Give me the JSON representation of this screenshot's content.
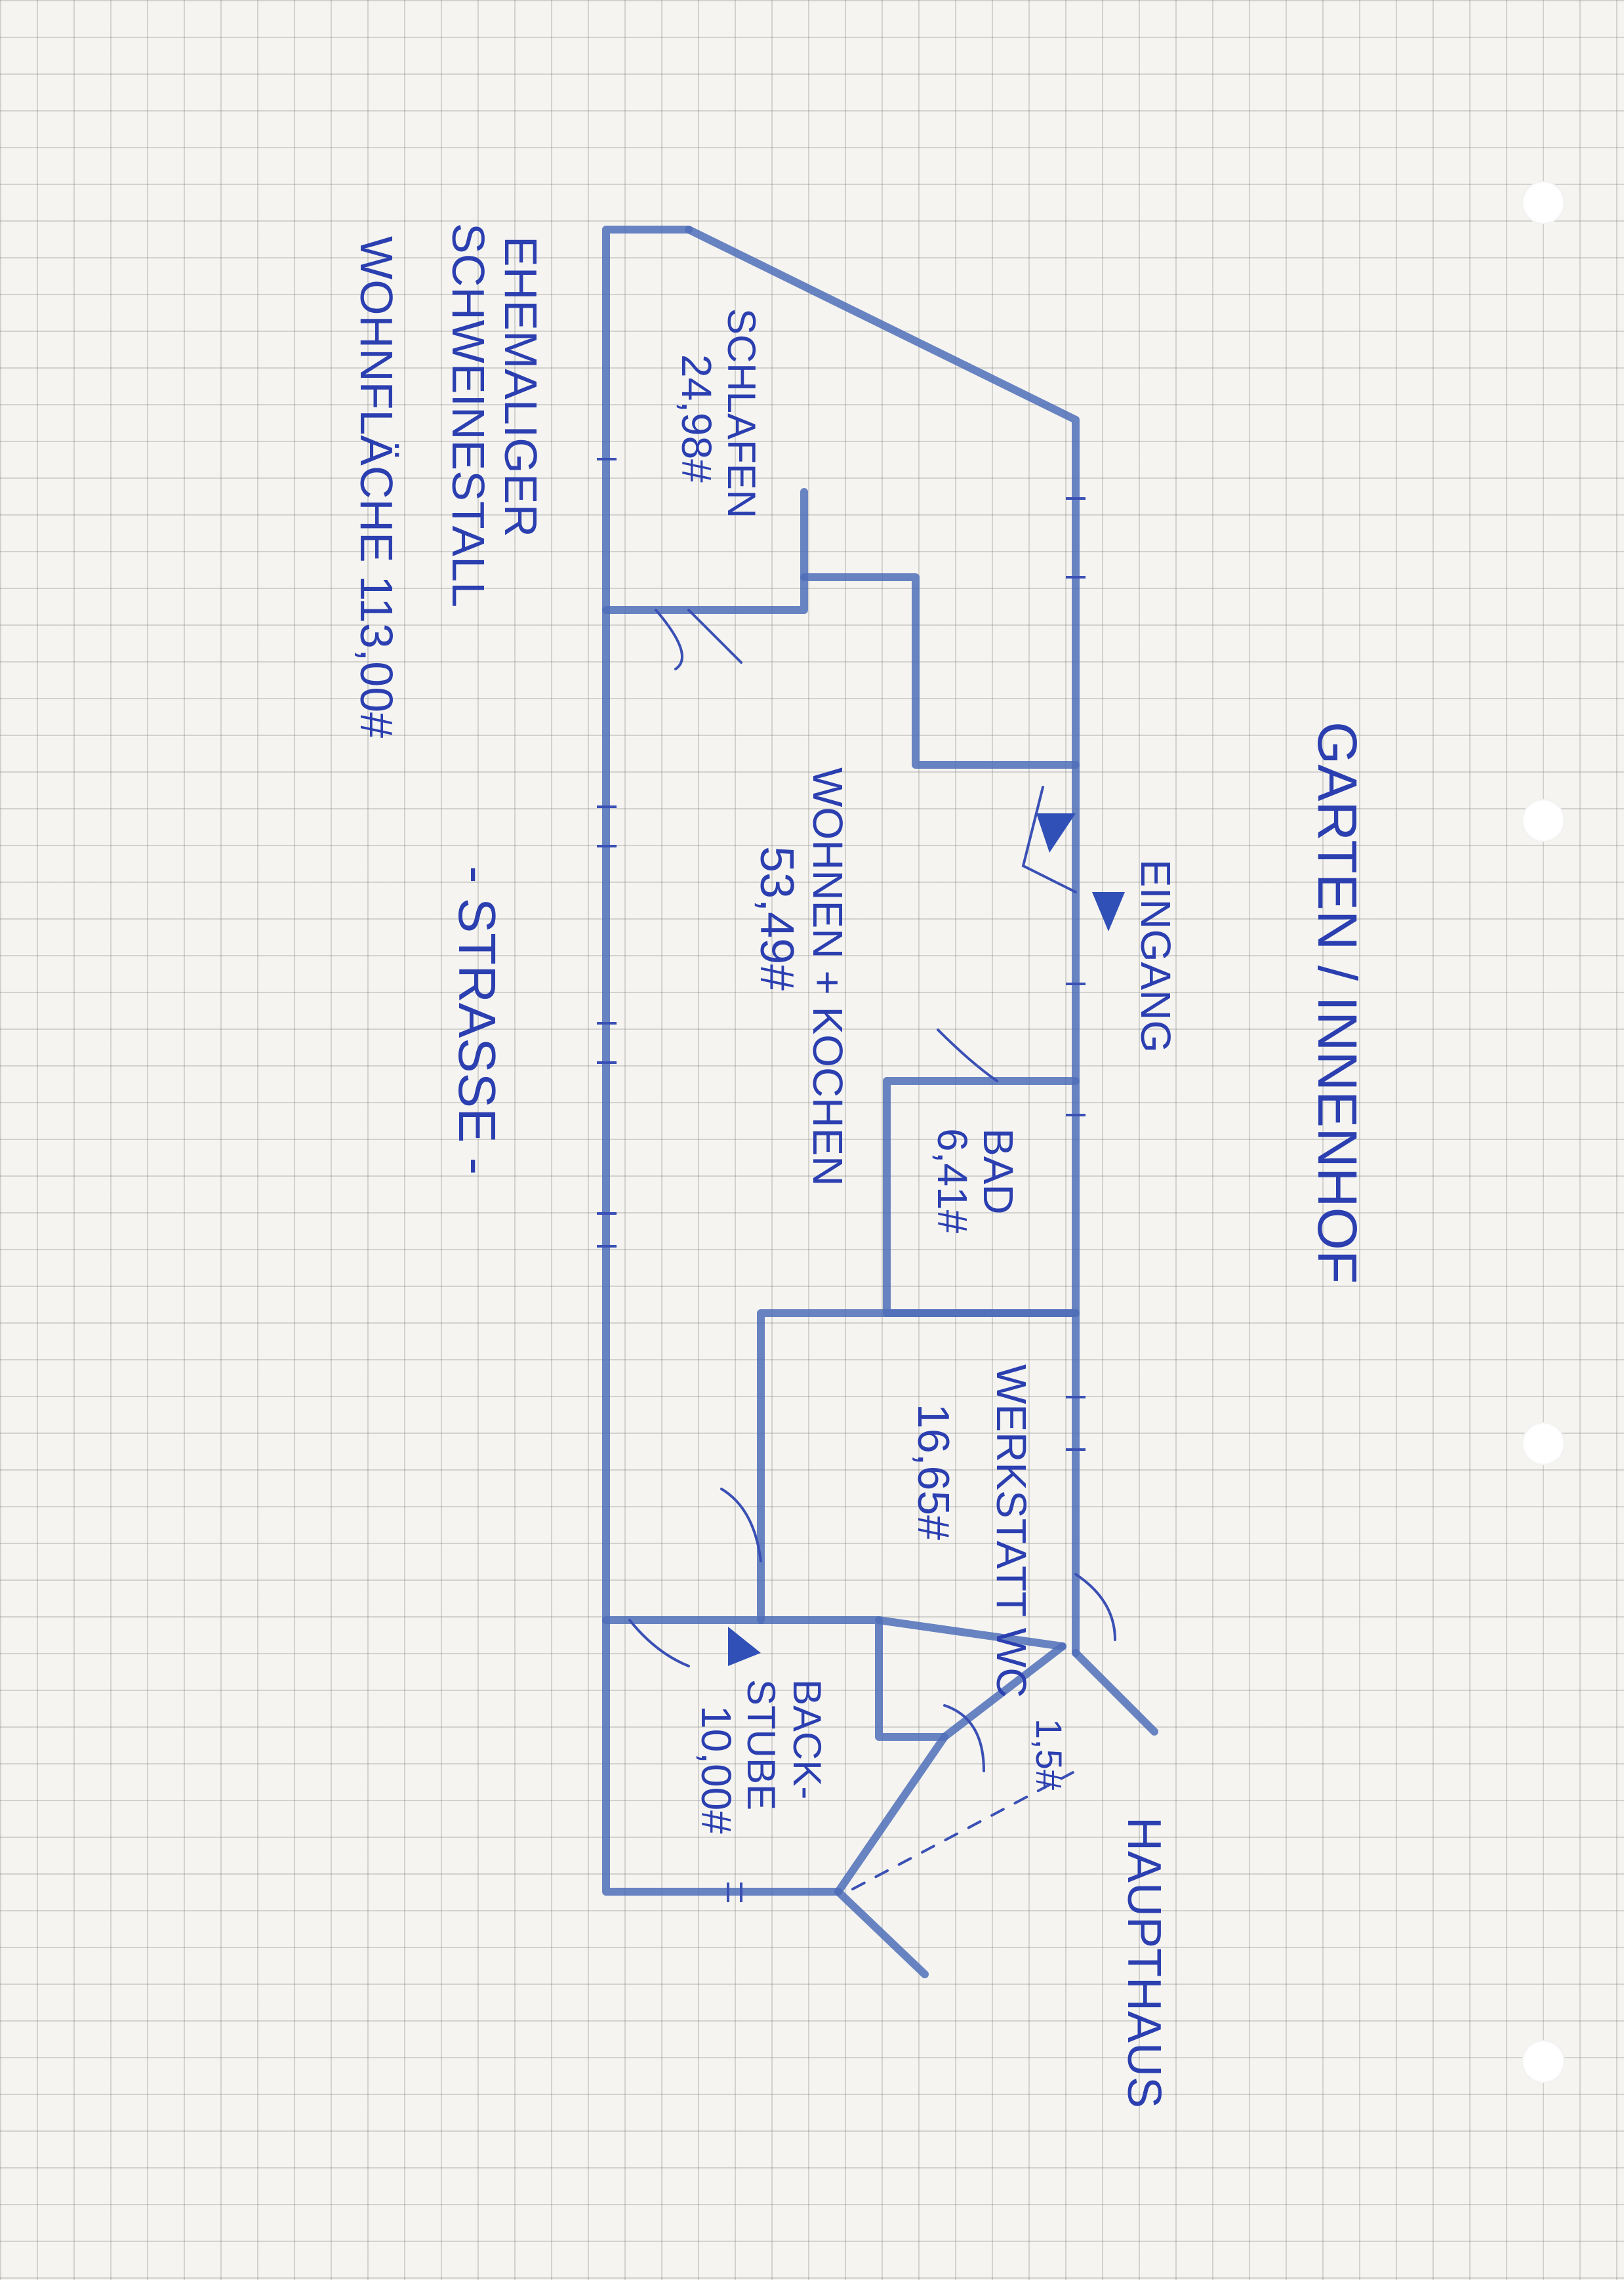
{
  "labels": {
    "garten": "GARTEN / INNENHOF",
    "eingang": "EINGANG",
    "schlafen_name": "SCHLAFEN",
    "schlafen_area": "24,98#",
    "wohnen_name": "WOHNEN + KOCHEN",
    "wohnen_area": "53,49#",
    "bad_name": "BAD",
    "bad_area": "6,41#",
    "werkstatt_name": "WERKSTATT WC",
    "werkstatt_area": "16,65#",
    "wc_area": "1,5#",
    "backstube_name": "BACK-",
    "backstube_name2": "STUBE",
    "backstube_area": "10,00#",
    "haupthaus": "HAUPTHAUS",
    "strasse": "- STRASSE -",
    "title1": "EHEMALIGER",
    "title2": "SCHWEINESTALL",
    "wohnflaeche": "WOHNFLÄCHE 113,00#"
  },
  "colors": {
    "ink": "#2b3fb0",
    "wall": "#4f6fb8",
    "paper": "#f5f4f0"
  }
}
